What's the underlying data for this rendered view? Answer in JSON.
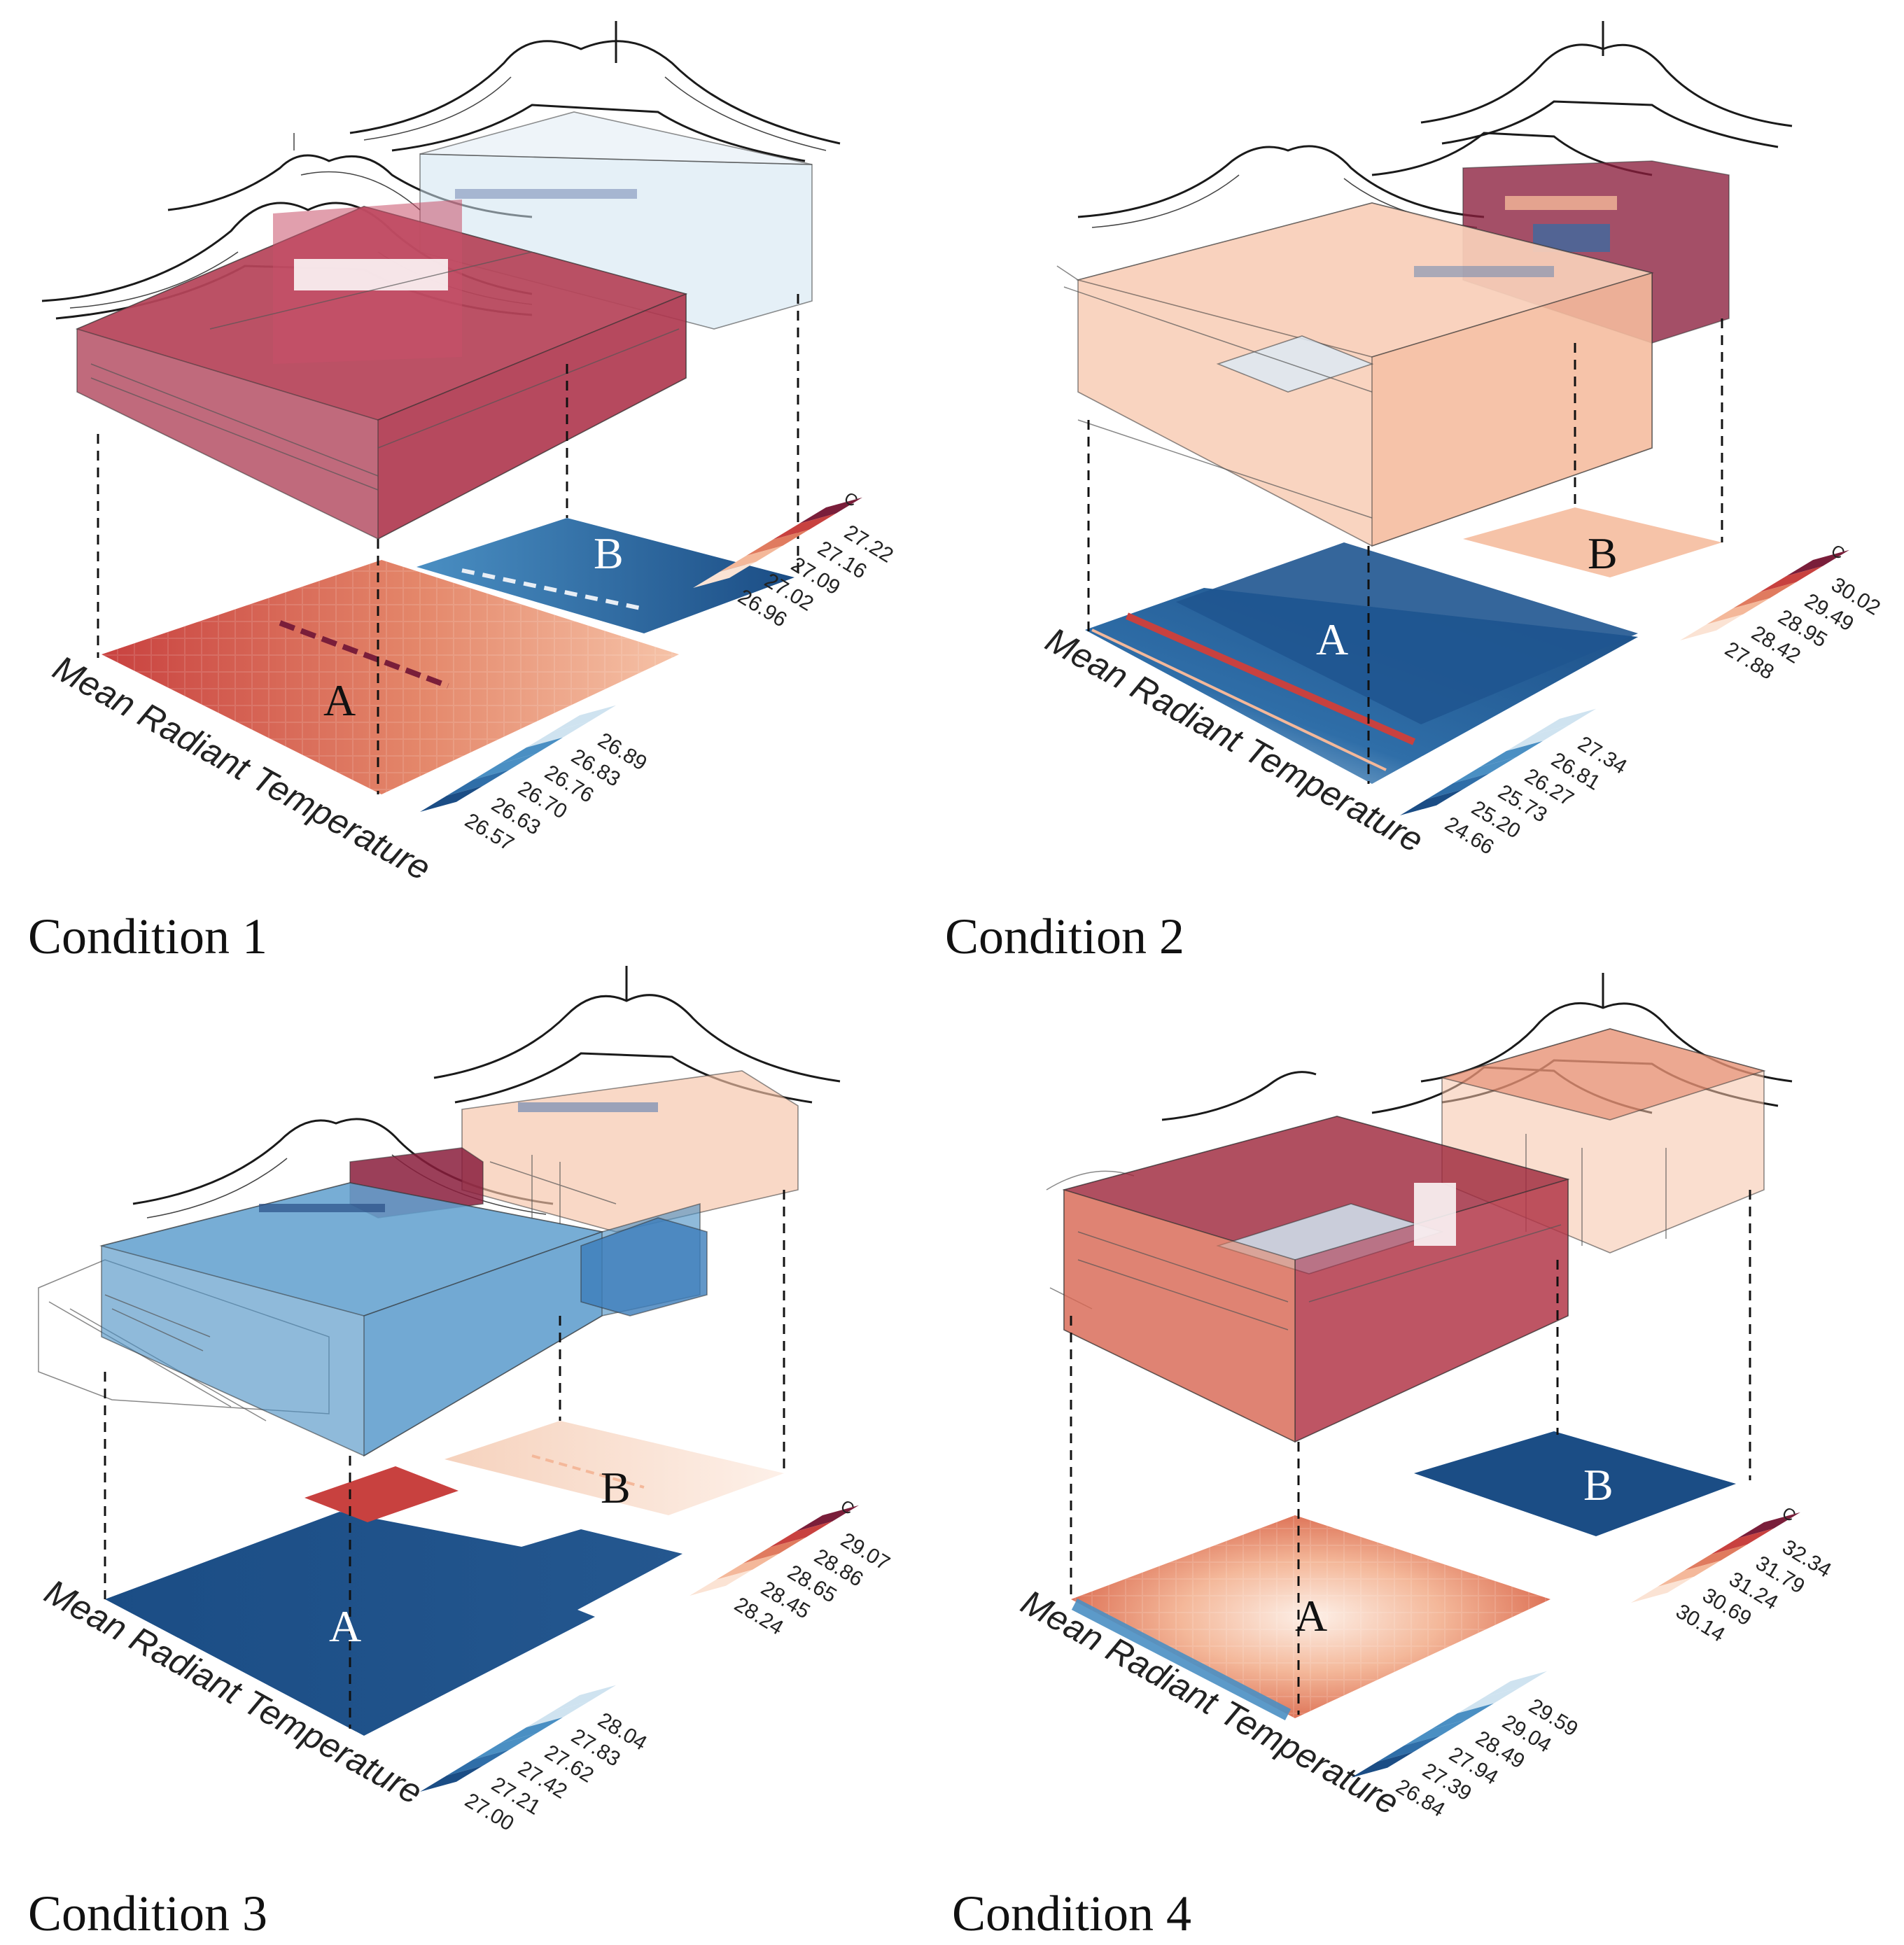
{
  "figure": {
    "axis_title": "Mean Radiant Temperature",
    "unit": "C",
    "zone_a": "A",
    "zone_b": "B",
    "colors": {
      "red_dark": "#7a1e3a",
      "red": "#c8413f",
      "red_mid": "#e07b5f",
      "peach": "#f4b89a",
      "peach_light": "#fbe3d4",
      "blue_light": "#cfe3f0",
      "blue": "#4a8fc3",
      "blue_mid": "#2f6ea8",
      "blue_dark": "#1b4d85"
    }
  },
  "panels": [
    {
      "title": "Condition 1",
      "upper_scale": [
        "27.22",
        "27.16",
        "27.09",
        "27.02",
        "26.96"
      ],
      "lower_scale": [
        "26.89",
        "26.83",
        "26.76",
        "26.70",
        "26.63",
        "26.57"
      ]
    },
    {
      "title": "Condition 2",
      "upper_scale": [
        "30.02",
        "29.49",
        "28.95",
        "28.42",
        "27.88"
      ],
      "lower_scale": [
        "27.34",
        "26.81",
        "26.27",
        "25.73",
        "25.20",
        "24.66"
      ]
    },
    {
      "title": "Condition 3",
      "upper_scale": [
        "29.07",
        "28.86",
        "28.65",
        "28.45",
        "28.24"
      ],
      "lower_scale": [
        "28.04",
        "27.83",
        "27.62",
        "27.42",
        "27.21",
        "27.00"
      ]
    },
    {
      "title": "Condition 4",
      "upper_scale": [
        "32.34",
        "31.79",
        "31.24",
        "30.69",
        "30.14"
      ],
      "lower_scale": [
        "29.59",
        "29.04",
        "28.49",
        "27.94",
        "27.39",
        "26.84"
      ]
    }
  ]
}
